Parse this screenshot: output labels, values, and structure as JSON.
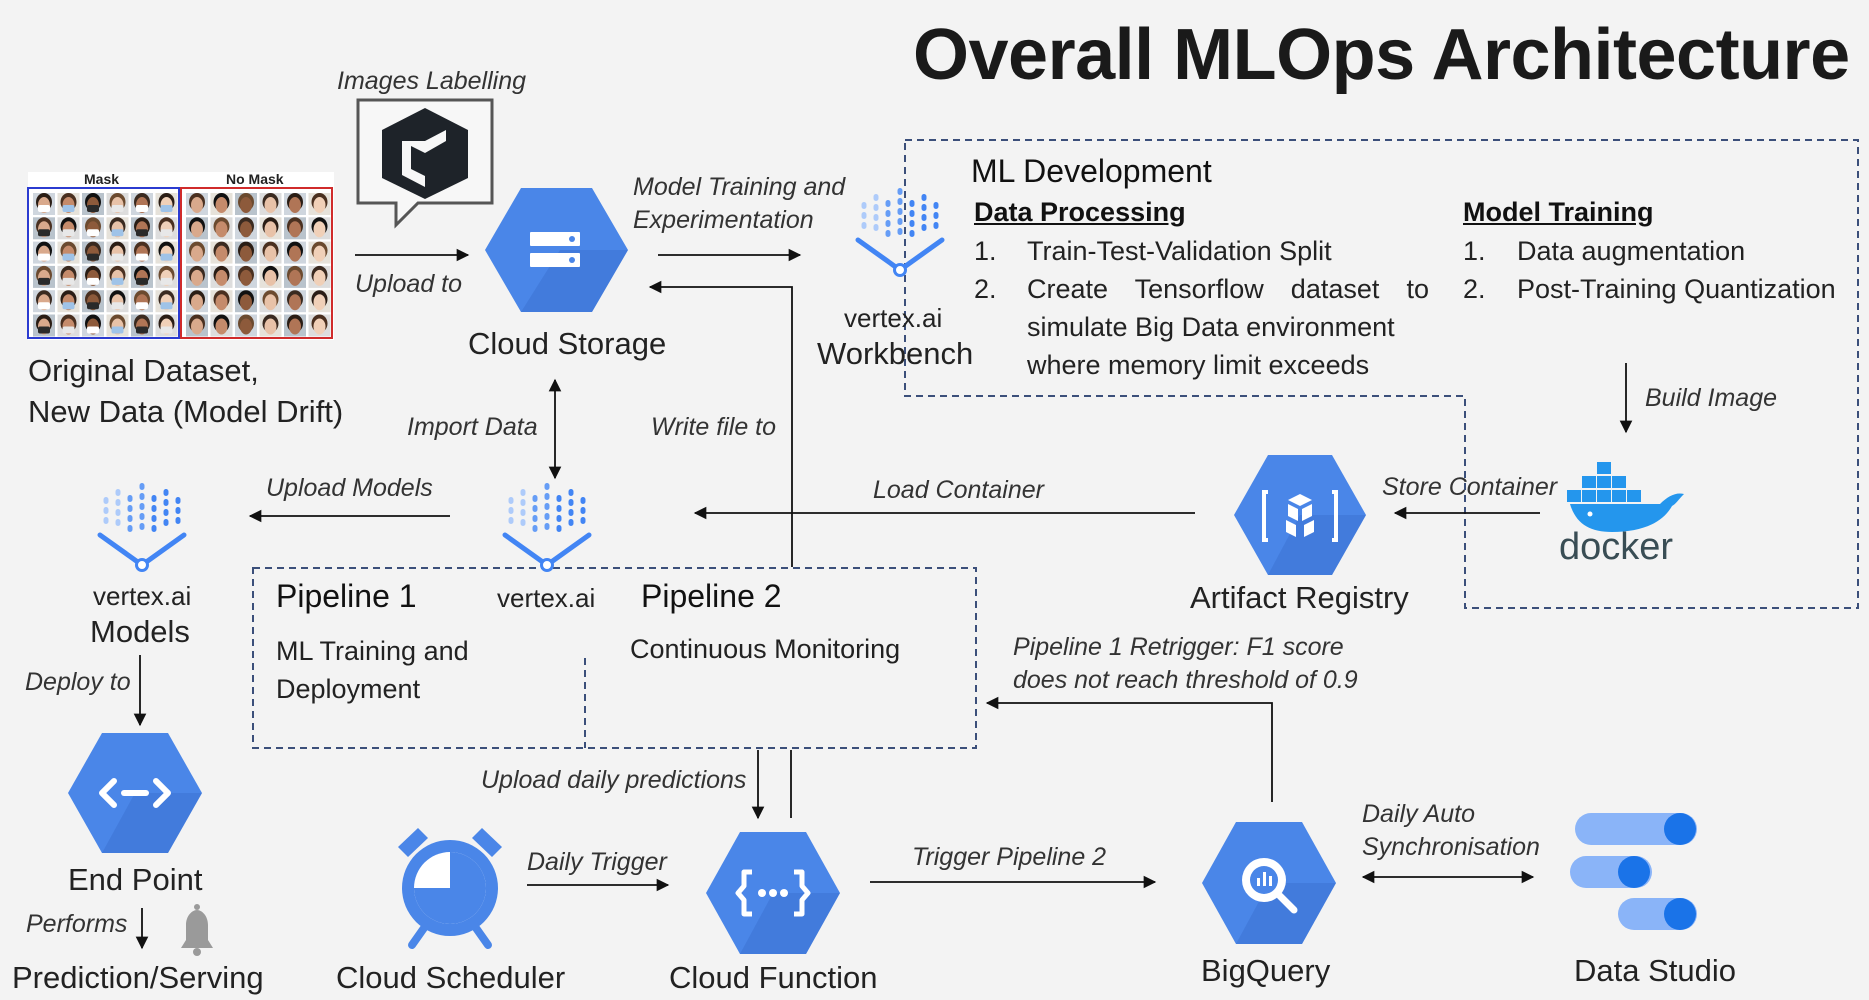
{
  "title": "Overall MLOps Architecture",
  "dataset": {
    "mask_label": "Mask",
    "no_mask_label": "No Mask",
    "caption_line1": "Original Dataset,",
    "caption_line2": "New Data (Model Drift)"
  },
  "labelling": {
    "label": "Images Labelling"
  },
  "nodes": {
    "cloud_storage": "Cloud Storage",
    "workbench_brand": "vertex.ai",
    "workbench": "Workbench",
    "models_brand": "vertex.ai",
    "models": "Models",
    "pipelines_brand": "vertex.ai",
    "end_point": "End Point",
    "prediction": "Prediction/Serving",
    "cloud_scheduler": "Cloud Scheduler",
    "cloud_function": "Cloud Function",
    "bigquery": "BigQuery",
    "data_studio": "Data Studio",
    "artifact_registry": "Artifact Registry",
    "docker": "docker"
  },
  "edges": {
    "upload_to": "Upload to",
    "model_training_l1": "Model Training and",
    "model_training_l2": "Experimentation",
    "import_data": "Import Data",
    "write_file_to": "Write file to",
    "upload_models": "Upload Models",
    "load_container": "Load Container",
    "store_container": "Store Container",
    "build_image": "Build Image",
    "deploy_to": "Deploy to",
    "performs": "Performs",
    "upload_daily": "Upload daily predictions",
    "daily_trigger": "Daily Trigger",
    "trigger_pipeline2": "Trigger Pipeline 2",
    "retrigger_l1": "Pipeline 1 Retrigger:  F1 score",
    "retrigger_l2": "does not reach threshold of 0.9",
    "daily_sync_l1": "Daily Auto",
    "daily_sync_l2": "Synchronisation"
  },
  "ml_development": {
    "heading": "ML Development",
    "data_processing": {
      "heading": "Data Processing",
      "items": [
        {
          "num": "1.",
          "text": "Train-Test-Validation Split"
        },
        {
          "num": "2.",
          "lines": [
            "Create Tensorflow dataset to",
            "simulate Big Data environment",
            "where memory limit exceeds"
          ]
        }
      ]
    },
    "model_training": {
      "heading": "Model Training",
      "items": [
        {
          "num": "1.",
          "text": "Data augmentation"
        },
        {
          "num": "2.",
          "text": "Post-Training Quantization"
        }
      ]
    }
  },
  "pipelines": {
    "p1_title": "Pipeline 1",
    "p1_line1": "ML Training and",
    "p1_line2": "Deployment",
    "p2_title": "Pipeline 2",
    "p2_line1": "Continuous Monitoring"
  },
  "colors": {
    "gcp_blue": "#4a86e8",
    "gcp_blue_dark": "#3a6fd0",
    "vertex_light": "#aecbfa",
    "vertex_mid": "#669df6",
    "vertex_dark": "#4285f4",
    "dash_border": "#3b4f7a",
    "docker_blue": "#2496ed",
    "docker_text": "#394d54",
    "mask_frame": "#2b3bd0",
    "no_mask_frame": "#d02b2b"
  }
}
